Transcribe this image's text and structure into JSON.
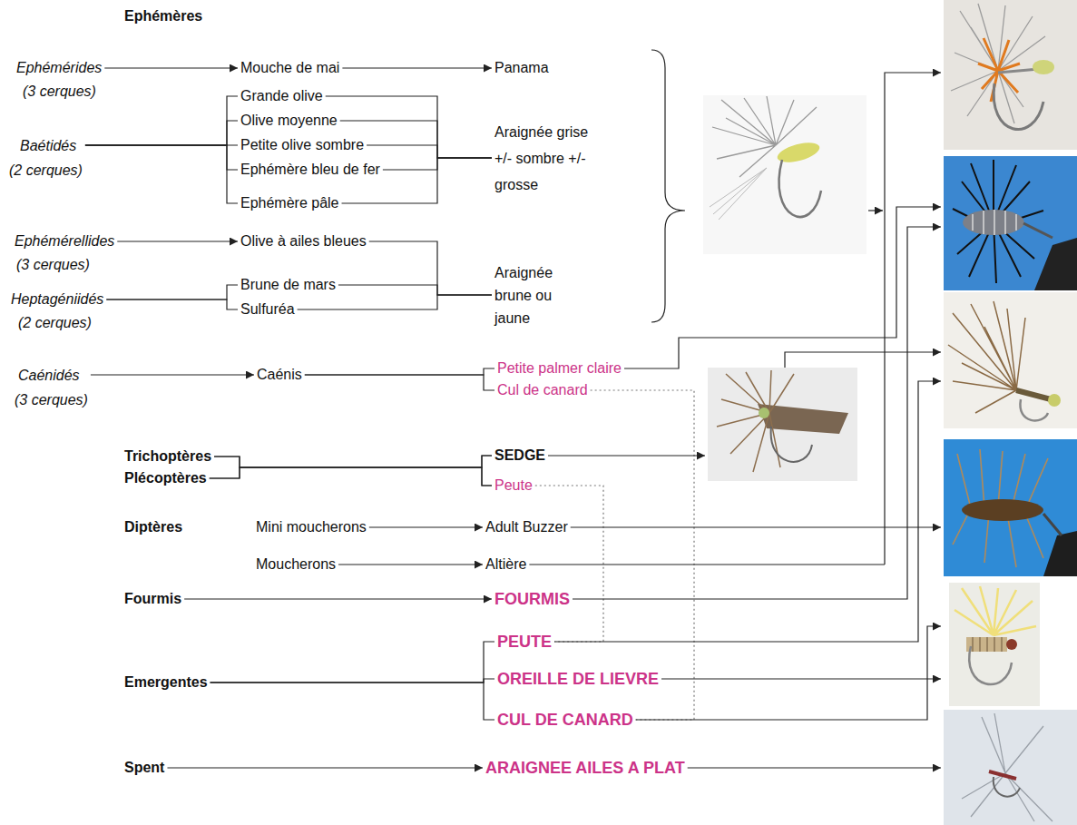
{
  "diagram": {
    "nodes": [
      {
        "text": [
          "Ephémérides",
          "(3 cerques)"
        ]
      },
      {
        "text": [
          "Mouche de mai"
        ]
      },
      {
        "text": [
          "Panama"
        ]
      },
      {
        "text": [
          "Baétidés",
          "(2 cerques)"
        ]
      },
      {
        "text": [
          "Grande olive"
        ]
      },
      {
        "text": [
          "Olive moyenne"
        ]
      },
      {
        "text": [
          "Petite olive sombre"
        ]
      },
      {
        "text": [
          "Ephémère bleu de fer"
        ]
      },
      {
        "text": [
          "Ephémère pâle"
        ]
      },
      {
        "text": [
          "Araignée grise +/- sombre +/- grosse"
        ]
      },
      {
        "text": [
          "Ephémérellides",
          "(3 cerques)"
        ]
      },
      {
        "text": [
          "Heptagéniidés",
          "(2 cerques)"
        ]
      },
      {
        "text": [
          "Olive à ailes bleues"
        ]
      },
      {
        "text": [
          "Brune de mars"
        ]
      },
      {
        "text": [
          "Sulfuréa"
        ]
      },
      {
        "text": [
          "Araignée brune ou jaune"
        ]
      },
      {
        "text": [
          "Caénidés",
          "(3 cerques)"
        ]
      },
      {
        "text": [
          "Caénis"
        ]
      },
      {
        "text": [
          "Petite palmer claire"
        ]
      },
      {
        "text": [
          "Cul de canard"
        ]
      },
      {
        "text": [
          "Trichoptères"
        ]
      },
      {
        "text": [
          "Plécoptères"
        ]
      },
      {
        "text": [
          "SEDGE"
        ]
      },
      {
        "text": [
          "Peute"
        ]
      },
      {
        "text": [
          "Mini moucherons"
        ]
      },
      {
        "text": [
          "Adult Buzzer"
        ]
      },
      {
        "text": [
          "Moucherons"
        ]
      },
      {
        "text": [
          "Altière"
        ]
      },
      {
        "text": [
          "Fourmis"
        ]
      },
      {
        "text": [
          "FOURMIS"
        ]
      },
      {
        "text": [
          "Emergentes"
        ]
      },
      {
        "text": [
          "PEUTE"
        ]
      },
      {
        "text": [
          "OREILLE DE LIEVRE"
        ]
      },
      {
        "text": [
          "CUL DE CANARD"
        ]
      },
      {
        "text": [
          "Spent"
        ]
      },
      {
        "text": [
          "ARAIGNEE AILES A PLAT"
        ]
      }
    ],
    "edges": [
      {
        "from": 0,
        "to": 1,
        "arrow": "to"
      },
      {
        "from": 1,
        "to": 2,
        "arrow": "to"
      },
      {
        "from": 3,
        "to": 4,
        "arrow": "none"
      },
      {
        "from": 3,
        "to": 5,
        "arrow": "none"
      },
      {
        "from": 3,
        "to": 6,
        "arrow": "none"
      },
      {
        "from": 3,
        "to": 7,
        "arrow": "none"
      },
      {
        "from": 3,
        "to": 8,
        "arrow": "none"
      },
      {
        "from": 4,
        "to": 9,
        "arrow": "none"
      },
      {
        "from": 5,
        "to": 9,
        "arrow": "none"
      },
      {
        "from": 6,
        "to": 9,
        "arrow": "none"
      },
      {
        "from": 7,
        "to": 9,
        "arrow": "none"
      },
      {
        "from": 8,
        "to": 9,
        "arrow": "none"
      },
      {
        "from": 10,
        "to": 12,
        "arrow": "to"
      },
      {
        "from": 11,
        "to": 13,
        "arrow": "none"
      },
      {
        "from": 11,
        "to": 14,
        "arrow": "none"
      },
      {
        "from": 12,
        "to": 15,
        "arrow": "none"
      },
      {
        "from": 13,
        "to": 15,
        "arrow": "none"
      },
      {
        "from": 14,
        "to": 15,
        "arrow": "none"
      },
      {
        "from": 16,
        "to": 17,
        "arrow": "to"
      },
      {
        "from": 17,
        "to": 18,
        "arrow": "none"
      },
      {
        "from": 17,
        "to": 19,
        "arrow": "none"
      },
      {
        "from": 20,
        "to": 22,
        "arrow": "none"
      },
      {
        "from": 20,
        "to": 23,
        "arrow": "none"
      },
      {
        "from": 21,
        "to": 22,
        "arrow": "none"
      },
      {
        "from": 21,
        "to": 23,
        "arrow": "none"
      },
      {
        "from": 24,
        "to": 25,
        "arrow": "to"
      },
      {
        "from": 26,
        "to": 27,
        "arrow": "to"
      },
      {
        "from": 28,
        "to": 29,
        "arrow": "to"
      },
      {
        "from": 30,
        "to": 31,
        "arrow": "none"
      },
      {
        "from": 30,
        "to": 32,
        "arrow": "none"
      },
      {
        "from": 30,
        "to": 33,
        "arrow": "none"
      },
      {
        "from": 34,
        "to": 35,
        "arrow": "to"
      },
      {
        "from": 19,
        "to": 33,
        "arrow": "none"
      },
      {
        "from": 23,
        "to": 31,
        "arrow": "none"
      }
    ],
    "labels": [
      "Ephémères",
      "Diptères"
    ]
  }
}
